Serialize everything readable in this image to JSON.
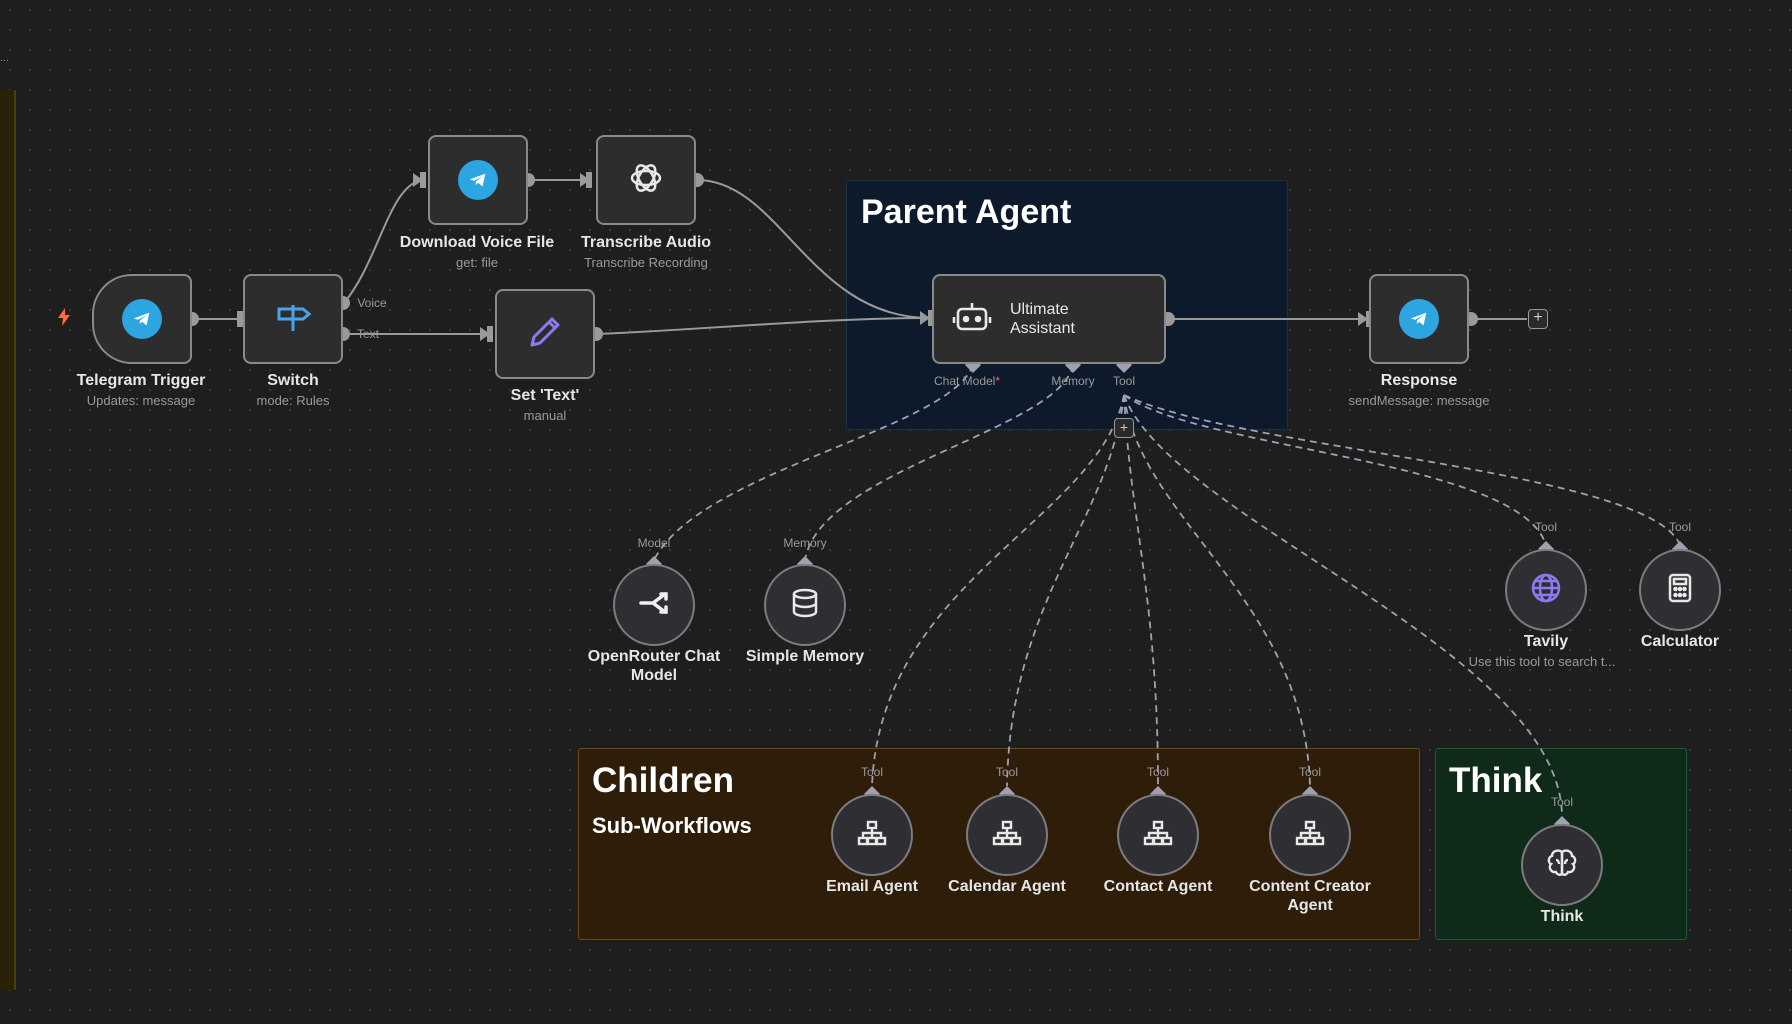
{
  "canvas": {
    "top_left_mark": "..."
  },
  "stickies": {
    "parent": {
      "title": "Parent Agent"
    },
    "children": {
      "title": "Children",
      "subtitle": "Sub-Workflows"
    },
    "think": {
      "title": "Think"
    }
  },
  "nodes": {
    "telegram_trigger": {
      "name": "Telegram Trigger",
      "sub": "Updates: message"
    },
    "switch": {
      "name": "Switch",
      "sub": "mode: Rules",
      "out1": "Voice",
      "out2": "Text"
    },
    "download_voice": {
      "name": "Download Voice File",
      "sub": "get: file"
    },
    "transcribe": {
      "name": "Transcribe Audio",
      "sub": "Transcribe Recording"
    },
    "set_text": {
      "name": "Set 'Text'",
      "sub": "manual"
    },
    "assistant": {
      "name_line1": "Ultimate",
      "name_line2": "Assistant",
      "port_chat": "Chat Model",
      "port_chat_req": "*",
      "port_memory": "Memory",
      "port_tool": "Tool"
    },
    "response": {
      "name": "Response",
      "sub": "sendMessage: message"
    },
    "openrouter": {
      "name_line1": "OpenRouter Chat",
      "name_line2": "Model",
      "port": "Model"
    },
    "memory": {
      "name": "Simple Memory",
      "port": "Memory"
    },
    "tavily": {
      "name": "Tavily",
      "sub": "Use this tool to search t...",
      "port": "Tool"
    },
    "calculator": {
      "name": "Calculator",
      "port": "Tool"
    },
    "email_agent": {
      "name": "Email Agent",
      "port": "Tool"
    },
    "calendar_agent": {
      "name": "Calendar Agent",
      "port": "Tool"
    },
    "contact_agent": {
      "name": "Contact Agent",
      "port": "Tool"
    },
    "content_agent": {
      "name_line1": "Content Creator",
      "name_line2": "Agent",
      "port": "Tool"
    },
    "think": {
      "name": "Think",
      "port": "Tool"
    }
  },
  "colors": {
    "canvas": "#1e1e1e",
    "parent_sticky": "#0c1a2b",
    "children_sticky": "#2e1e09",
    "think_sticky": "#0f2a19",
    "telegram": "#2ca5e0",
    "switch_icon": "#4aa3e8",
    "pencil_icon": "#8c7bf0",
    "trigger_bolt": "#ff6d3b"
  }
}
